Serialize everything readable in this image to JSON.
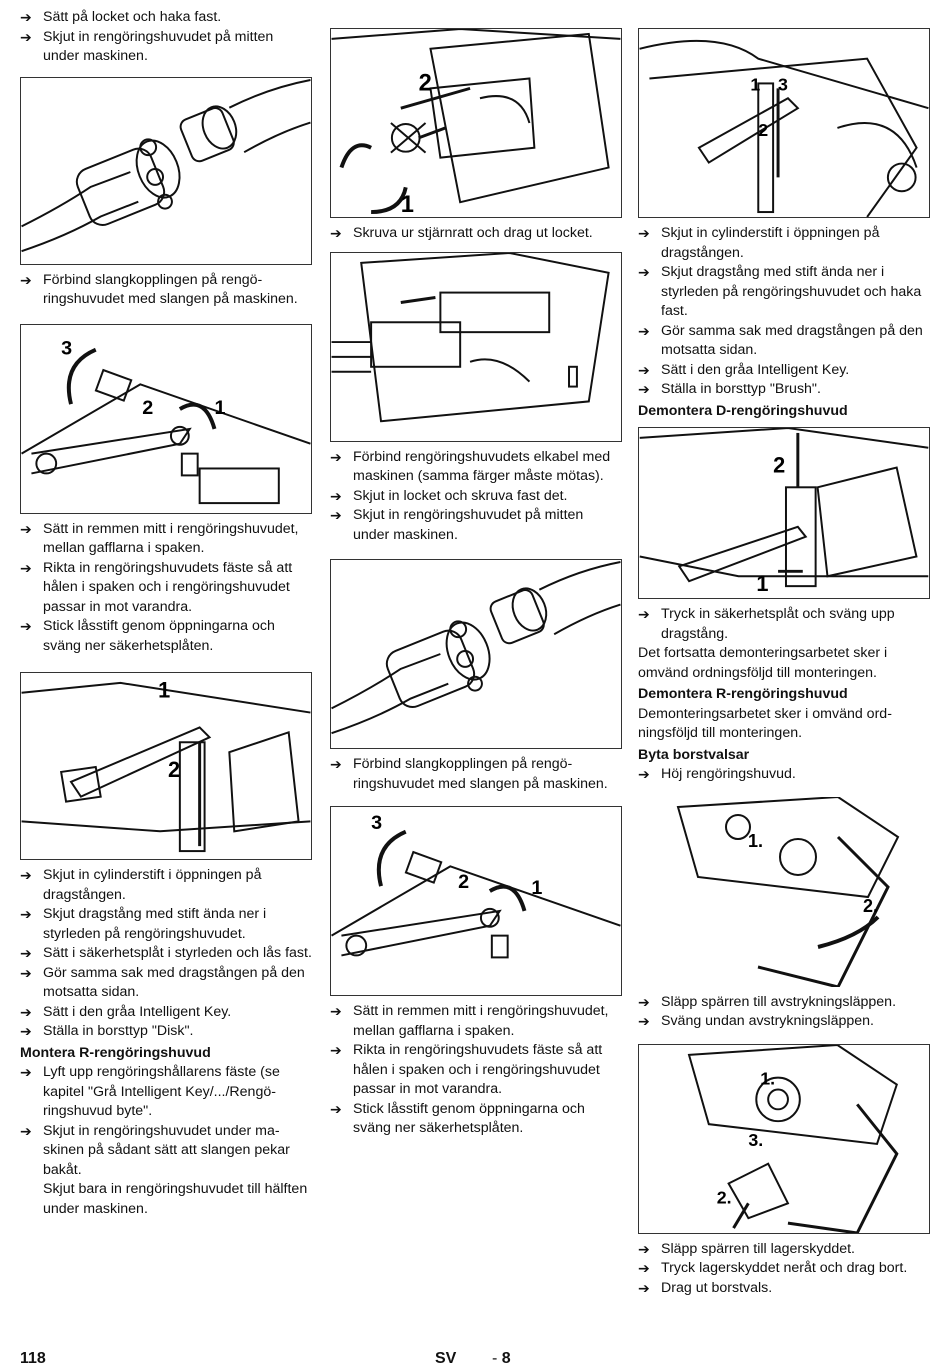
{
  "arrow_glyph": "➔",
  "col1": {
    "steps_a": [
      "Sätt på locket och haka fast.",
      "Skjut in rengöringshuvudet på mitten under maskinen."
    ],
    "steps_b": [
      "Förbind slangkopplingen på rengö­ringshuvudet med slangen på maski­nen."
    ],
    "steps_c": [
      "Sätt in remmen mitt i rengöringshuvu­det, mellan gafflarna i spaken.",
      "Rikta in rengöringshuvudets fäste så att hålen i spaken och i rengöringshuvudet passar in mot varandra.",
      "Stick låsstift genom öppningarna och sväng ner säkerhetsplåten."
    ],
    "steps_d": [
      "Skjut in cylinderstift i öppningen på dragstången.",
      "Skjut dragstång med stift ända ner i styrleden på rengöringshuvudet.",
      "Sätt i säkerhetsplåt i styrleden och lås fast.",
      "Gör samma sak med dragstången på den motsatta sidan.",
      "Sätt i den gråa Intelligent Key.",
      "Ställa in borsttyp \"Disk\"."
    ],
    "heading_mount_r": "Montera R-rengöringshuvud",
    "steps_e": [
      "Lyft upp rengöringshållarens fäste (se kapitel \"Grå Intelligent Key/.../Rengö­ringshuvud byte\".",
      "Skjut in rengöringshuvudet under ma­skinen på sådant sätt att slangen pekar bakåt."
    ],
    "note_e": "Skjut bara in rengöringshuvudet till hälf­ten under maskinen.",
    "fig_labels": {
      "three": "3",
      "two": "2",
      "one": "1"
    }
  },
  "col2": {
    "steps_a": [
      "Skruva ur stjärnratt och drag ut locket."
    ],
    "steps_b": [
      "Förbind rengöringshuvudets elkabel med maskinen (samma färger måste mötas).",
      "Skjut in locket och skruva fast det.",
      "Skjut in rengöringshuvudet på mitten under maskinen."
    ],
    "steps_c": [
      "Förbind slangkopplingen på rengö­ringshuvudet med slangen på maski­nen."
    ],
    "steps_d": [
      "Sätt in remmen mitt i rengöringshuvu­det, mellan gafflarna i spaken.",
      "Rikta in rengöringshuvudets fäste så att hålen i spaken och i rengöringshuvudet passar in mot varandra.",
      "Stick låsstift genom öppningarna och sväng ner säkerhetsplåten."
    ],
    "fig_labels": {
      "two": "2",
      "one": "1",
      "three": "3"
    }
  },
  "col3": {
    "steps_a": [
      "Skjut in cylinderstift i öppningen på dragstången.",
      "Skjut dragstång med stift ända ner i styrleden på rengöringshuvudet och haka fast.",
      "Gör samma sak med dragstången på den motsatta sidan.",
      "Sätt i den gråa Intelligent Key.",
      "Ställa in borsttyp \"Brush\"."
    ],
    "heading_dismount_d": "Demontera D-rengöringshuvud",
    "steps_b": [
      "Tryck in säkerhetsplåt och sväng upp dragstång."
    ],
    "para_b": "Det fortsatta demonteringsarbetet sker i omvänd ordningsföljd till monteringen.",
    "heading_dismount_r": "Demontera R-rengöringshuvud",
    "para_r": "Demonteringsarbetet sker i omvänd ord­ningsföljd till monteringen.",
    "heading_brush": "Byta borstvalsar",
    "steps_c": [
      "Höj rengöringshuvud."
    ],
    "steps_d": [
      "Släpp spärren till avstrykningsläppen.",
      "Sväng undan avstrykningsläppen."
    ],
    "steps_e": [
      "Släpp spärren till lagerskyddet.",
      "Tryck lagerskyddet neråt och drag bort.",
      "Drag ut borstvals."
    ],
    "fig_labels": {
      "one": "1",
      "two": "2",
      "three": "3",
      "one_dot": "1.",
      "two_dot": "2.",
      "three_dot": "3."
    }
  },
  "footer": {
    "page_number": "118",
    "language": "SV",
    "sub_page_prefix": "-",
    "sub_page_number": "8"
  }
}
